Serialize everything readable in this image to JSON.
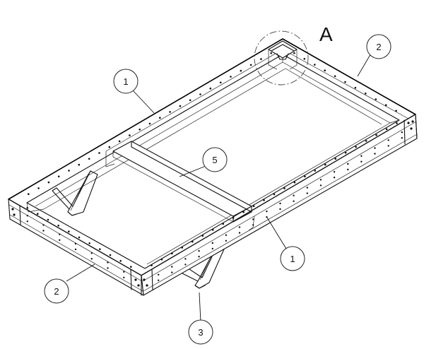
{
  "drawing": {
    "detail_label": "A",
    "balloons": [
      {
        "id": "balloon-1-top",
        "label": "1"
      },
      {
        "id": "balloon-2-right",
        "label": "2"
      },
      {
        "id": "balloon-5",
        "label": "5"
      },
      {
        "id": "balloon-1-bottom",
        "label": "1"
      },
      {
        "id": "balloon-2-left",
        "label": "2"
      },
      {
        "id": "balloon-3",
        "label": "3"
      }
    ]
  }
}
